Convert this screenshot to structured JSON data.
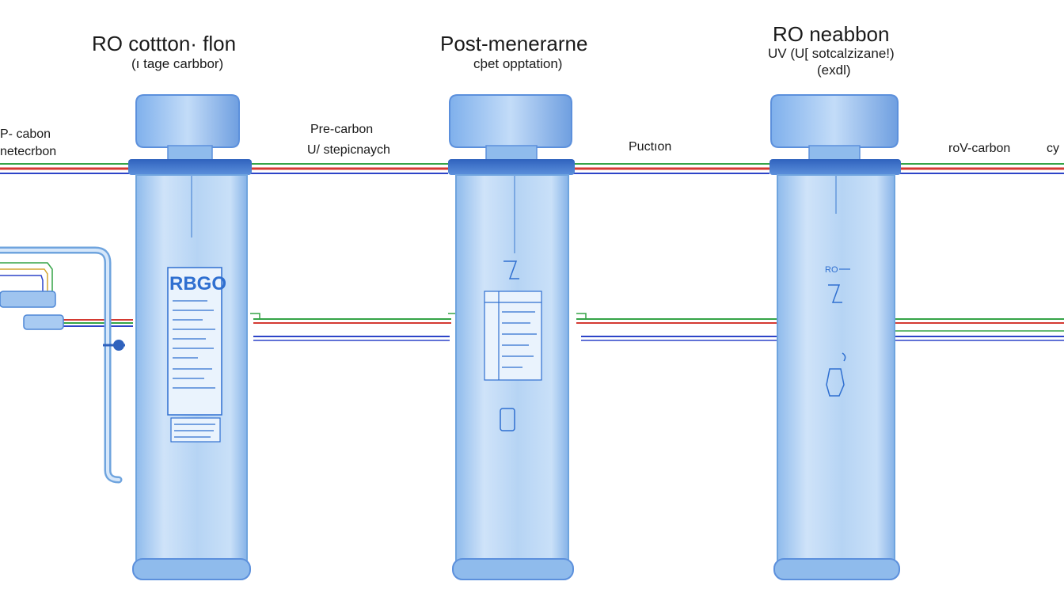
{
  "stages": [
    {
      "title": "RO cottton· flon",
      "subtitle": "(ı tage carbbor)",
      "subtitle2": "",
      "label_logo": "RBGO"
    },
    {
      "title": "Post-menerarne",
      "subtitle": "cþet opptation)",
      "subtitle2": "",
      "label_logo": ""
    },
    {
      "title": "RO neabbon",
      "subtitle": "UV (U[ sotcalzizane!)",
      "subtitle2": "(exdl)",
      "label_logo": "RO"
    }
  ],
  "line_labels": {
    "left_top": "P- cabon",
    "left_bottom": "netecrbon",
    "mid1_top": "Pre-carbon",
    "mid1_bottom": "U/ stepicnaych",
    "mid2": "Puctıon",
    "right": "roV-carbon",
    "right_edge": "cy"
  },
  "colors": {
    "housing": "#b9d6f5",
    "housing_edge": "#6fa4de",
    "cap": "#4d86d6",
    "cap_dark": "#2f62bd",
    "pipe_red": "#d43a32",
    "pipe_green": "#35a447",
    "pipe_blue": "#2d44c8",
    "label_text": "#2f6fd0"
  }
}
